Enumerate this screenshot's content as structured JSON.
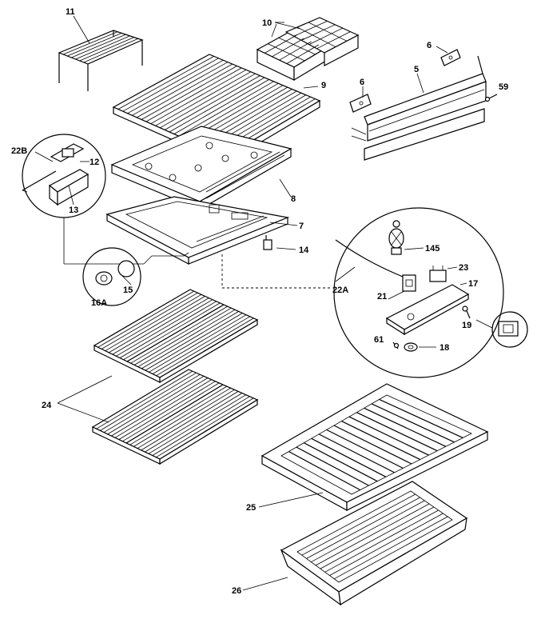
{
  "labels": {
    "l11": "11",
    "l10": "10",
    "l6a": "6",
    "l6b": "6",
    "l5": "5",
    "l59": "59",
    "l9": "9",
    "l22B": "22B",
    "l12": "12",
    "l13": "13",
    "l8": "8",
    "l7": "7",
    "l14": "14",
    "l145": "145",
    "l23": "23",
    "l17": "17",
    "l22A": "22A",
    "l21": "21",
    "l16A": "16A",
    "l15": "15",
    "l19": "19",
    "l61": "61",
    "l18": "18",
    "l24": "24",
    "l25": "25",
    "l26": "26"
  }
}
